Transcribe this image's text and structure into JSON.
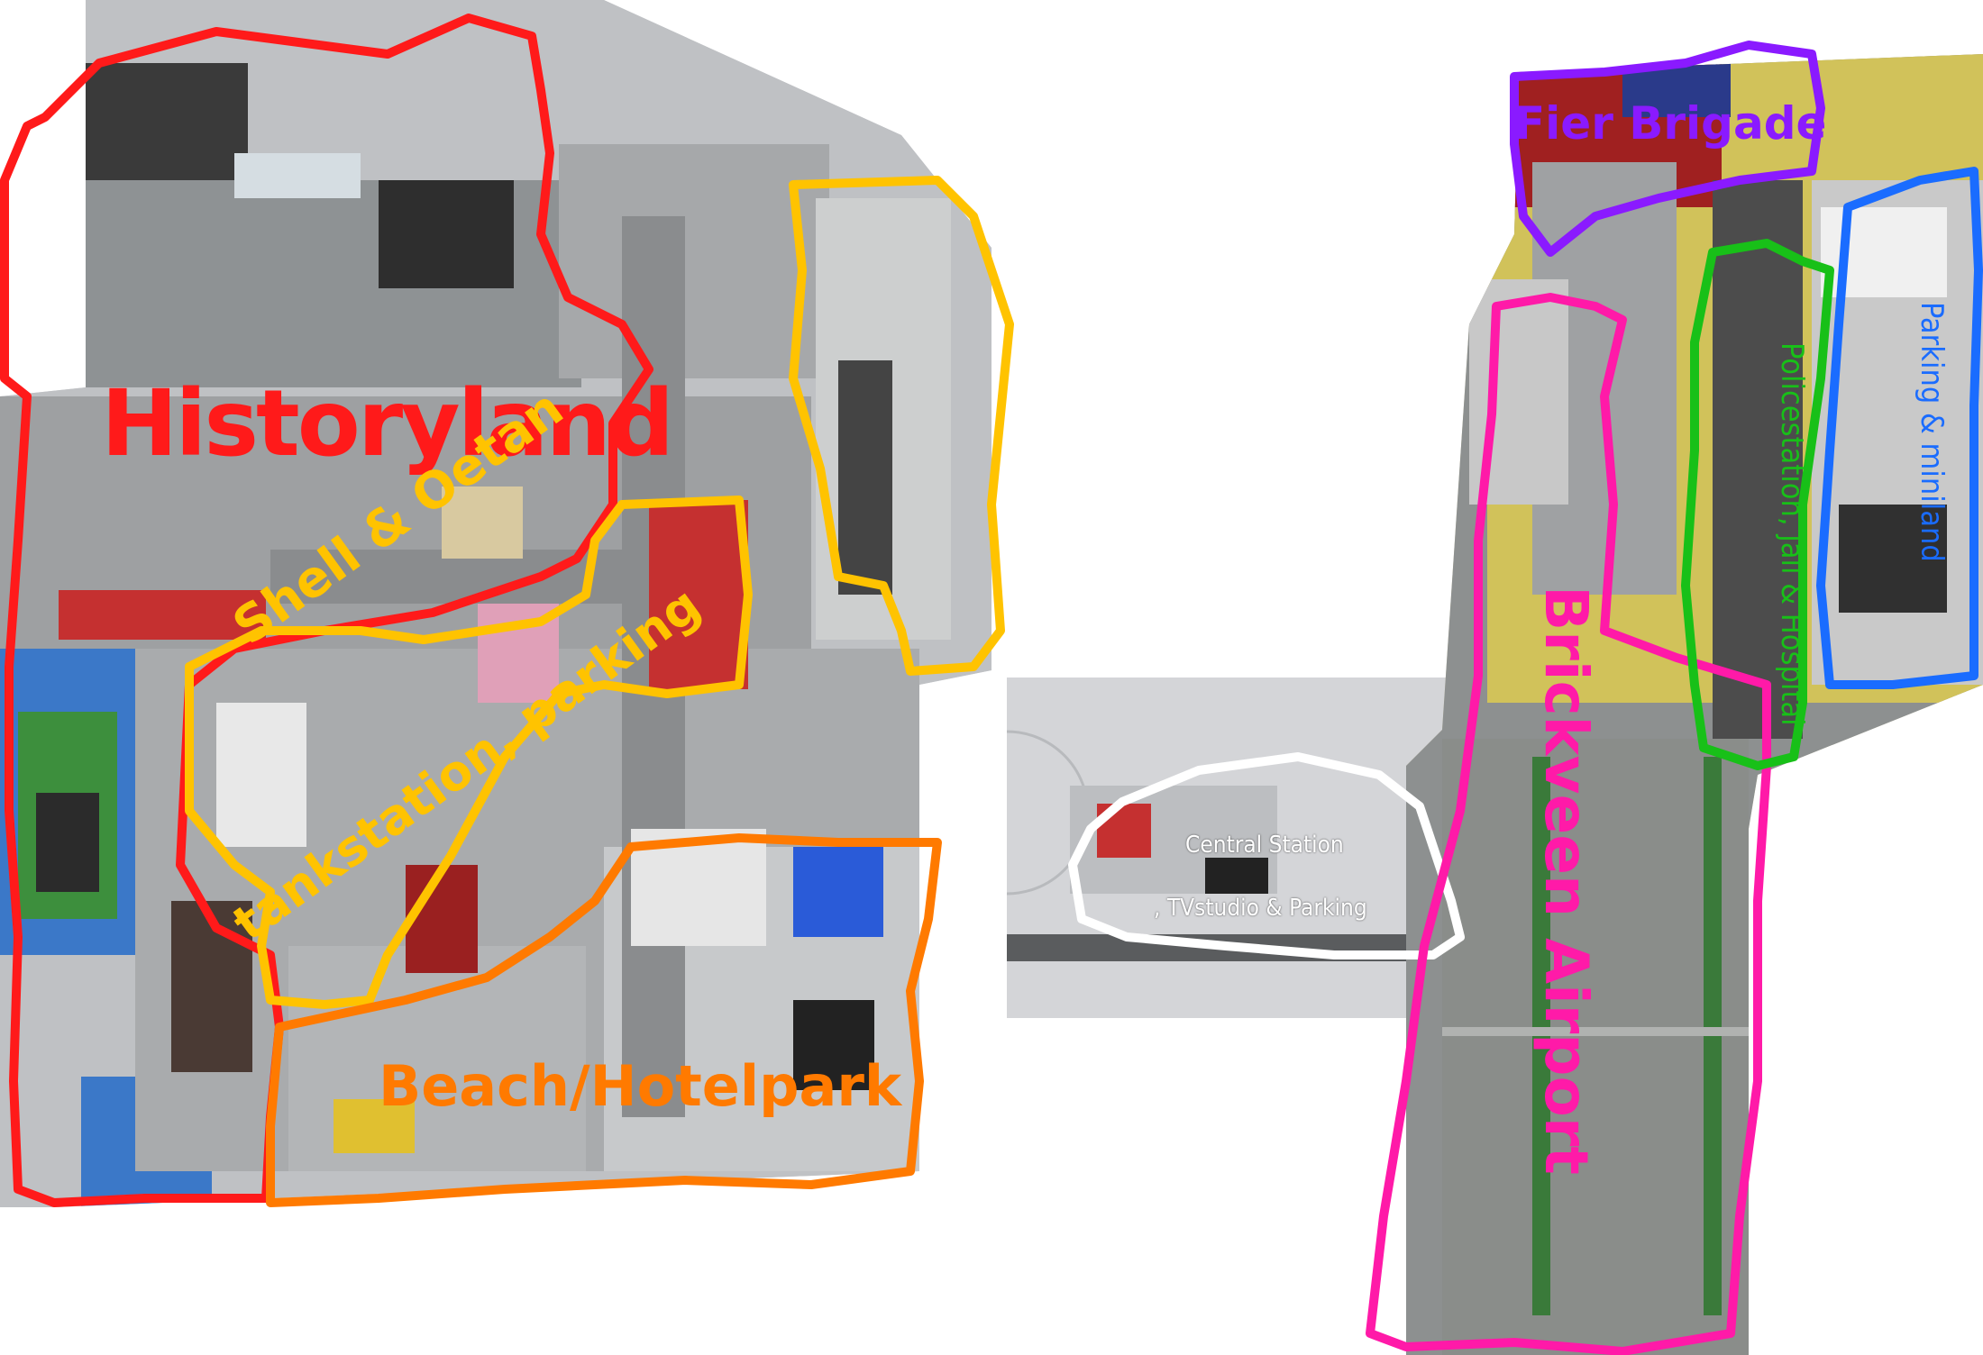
{
  "map": {
    "zones": [
      {
        "id": "historyland",
        "label": "Historyland",
        "color": "#ff1a1a"
      },
      {
        "id": "shell",
        "label_line1": "Shell & Oetan",
        "label_line2": "tankstation, parking",
        "color": "#ffc300"
      },
      {
        "id": "beach",
        "label": "Beach/Hotelpark",
        "color": "#ff7a00"
      },
      {
        "id": "central",
        "label_line1": "Central Station",
        "label_line2": ", TVstudio & Parking",
        "color": "#ffffff"
      },
      {
        "id": "fire",
        "label": "Fier Brigade",
        "color": "#8a1aff"
      },
      {
        "id": "airport",
        "label": "Brickveen Airport",
        "color": "#ff1aa8"
      },
      {
        "id": "hospital",
        "label": "Policestation, jail & Hospital",
        "color": "#18c018"
      },
      {
        "id": "parking",
        "label": "Parking & miniland",
        "color": "#1a6cff"
      }
    ],
    "colors": {
      "baseplate_gray": "#9fa1a3",
      "road_dark": "#6e7070",
      "water_blue": "#3b78c8",
      "green_plate": "#3d8f3d"
    }
  }
}
